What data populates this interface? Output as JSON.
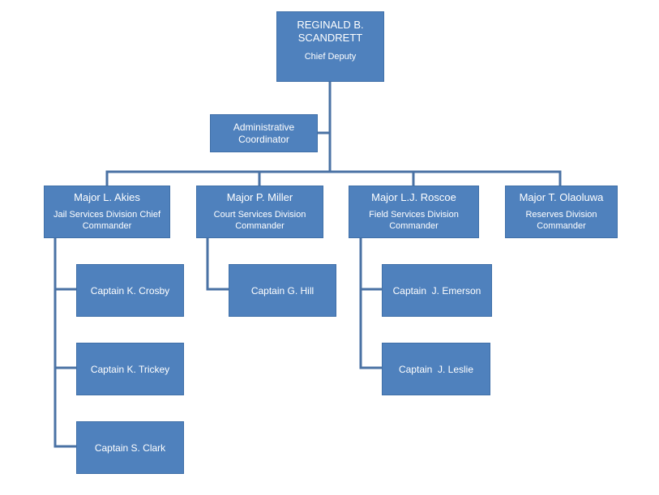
{
  "colors": {
    "box_fill": "#4f81bd",
    "box_text": "#ffffff",
    "connector": "#4a72a4",
    "background": "#ffffff"
  },
  "chief": {
    "name_line1": "REGINALD B.",
    "name_line2": "SCANDRETT",
    "title": "Chief Deputy"
  },
  "admin": {
    "line1": "Administrative",
    "line2": "Coordinator"
  },
  "majors": [
    {
      "name": "Major L. Akies",
      "title_line1": "Jail Services Division Chief",
      "title_line2": "Commander"
    },
    {
      "name": "Major P. Miller",
      "title_line1": "Court Services Division",
      "title_line2": "Commander"
    },
    {
      "name": "Major L.J. Roscoe",
      "title_line1": "Field Services Division",
      "title_line2": "Commander"
    },
    {
      "name": "Major T. Olaoluwa",
      "title_line1": "Reserves Division",
      "title_line2": "Commander"
    }
  ],
  "captains": {
    "jail": [
      "Captain K. Crosby",
      "Captain K. Trickey",
      "Captain S. Clark"
    ],
    "court": [
      "Captain G. Hill"
    ],
    "field": [
      "Captain  J. Emerson",
      "Captain  J. Leslie"
    ]
  }
}
